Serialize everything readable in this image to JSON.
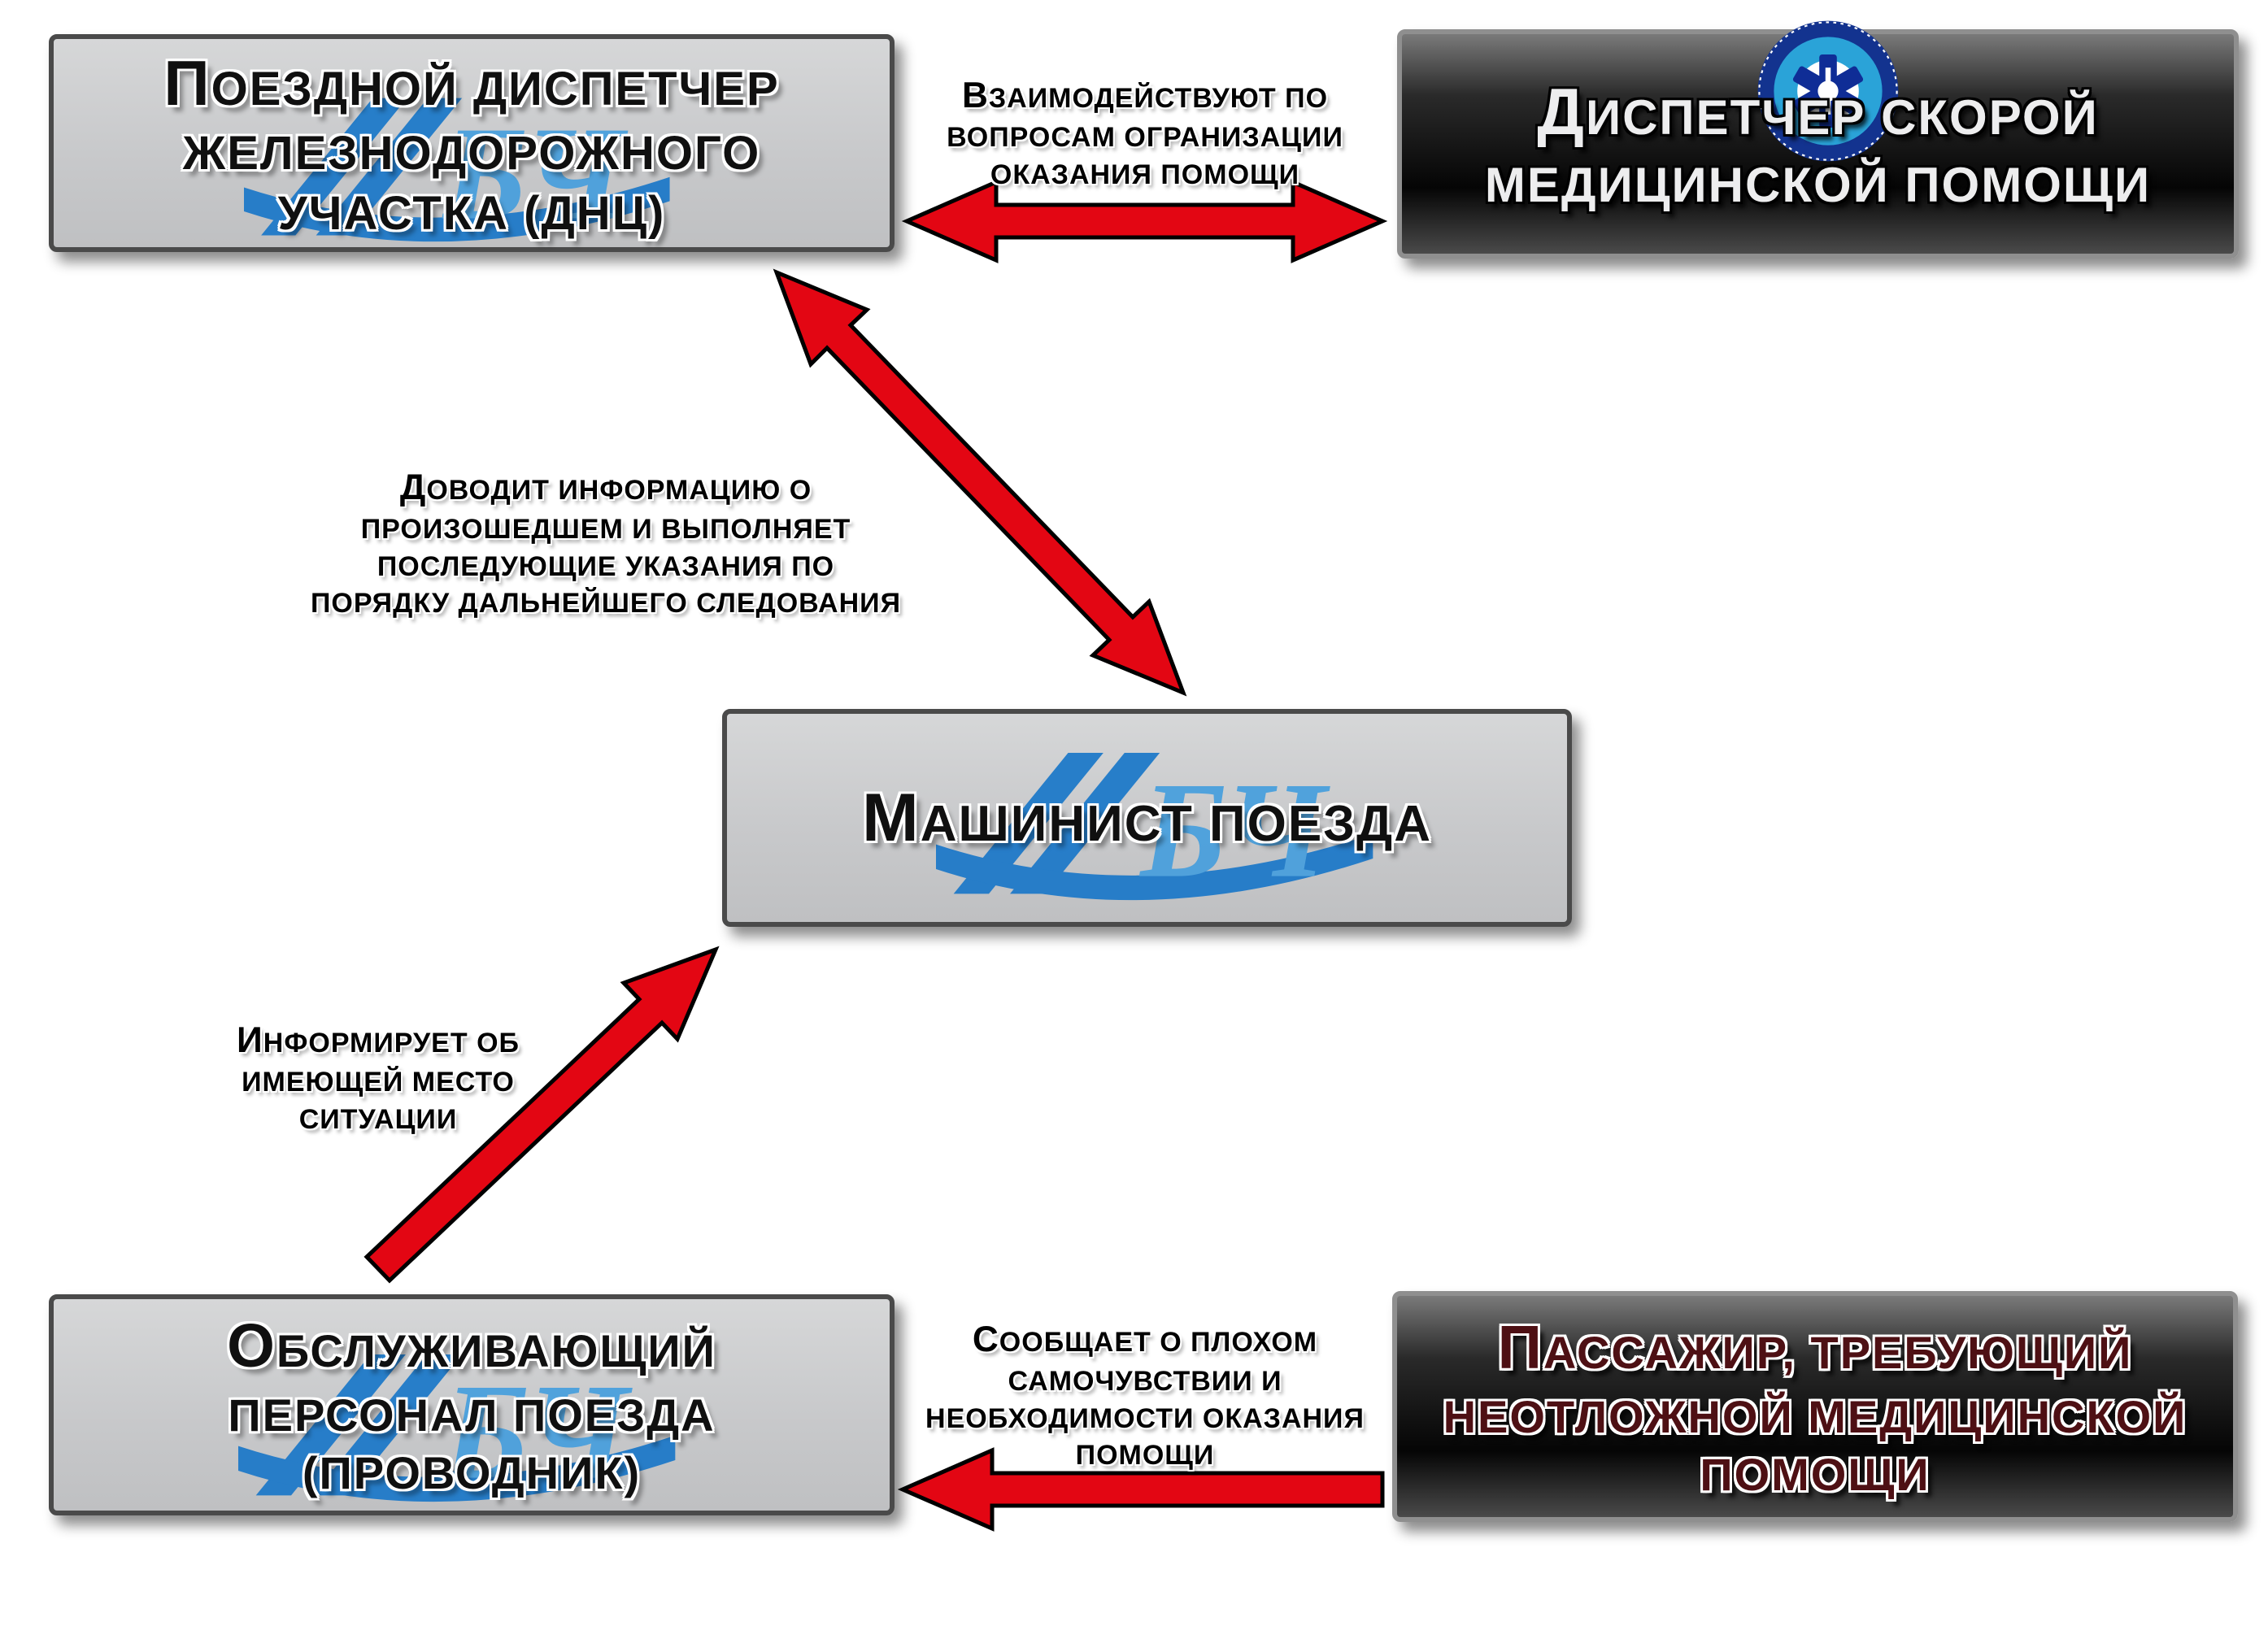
{
  "diagram": {
    "boxes": {
      "train_dispatcher": "Поездной диспетчер железнодорожного участка (ДНЦ)",
      "ambulance_dispatcher": "Диспетчер скорой медицинской помощи",
      "train_driver": "Машинист поезда",
      "train_staff": "Обслуживающий персонал поезда (проводник)",
      "passenger": "Пассажир, требующий неотложной медицинской помощи"
    },
    "notes": {
      "top": "Взаимодействуют по вопросам огранизации оказания помощи",
      "middle": "Доводит информацию о произошедшем и выполняет последующие указания по порядку дальнейшего следования",
      "left": "Информирует об имеющей место ситуации",
      "bottom": "Сообщает о плохом самочувствии и необходимости оказания помощи"
    },
    "logos": {
      "railway_text": "БЧ"
    },
    "colors": {
      "arrow_red": "#e30613",
      "box_light": "#c8c9cb",
      "box_dark": "#161616",
      "logo_blue": "#2e86cf"
    }
  }
}
